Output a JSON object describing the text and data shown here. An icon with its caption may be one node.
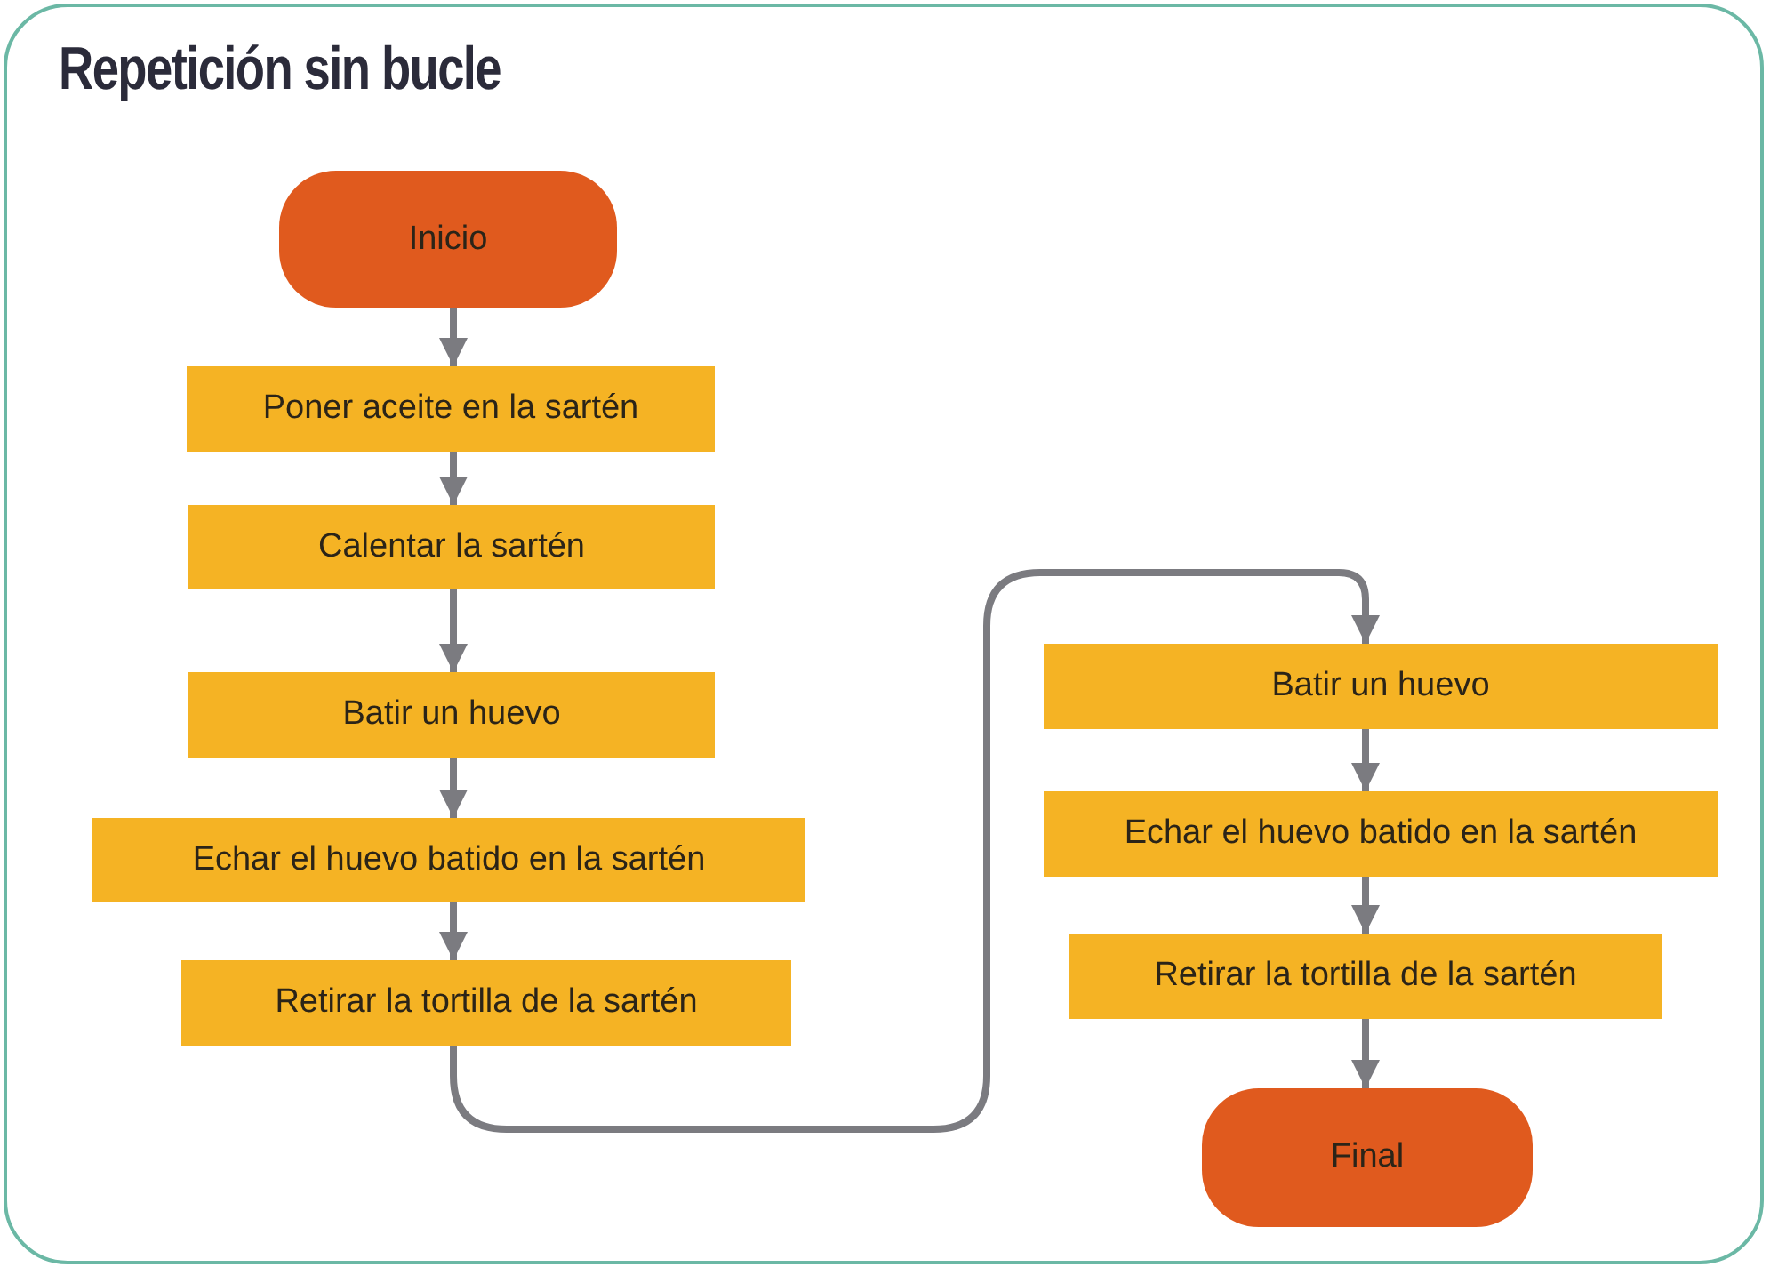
{
  "diagram": {
    "title": "Repetición sin bucle",
    "nodes": [
      {
        "text": [
          "Inicio"
        ]
      },
      {
        "text": [
          "Poner aceite en la sartén"
        ]
      },
      {
        "text": [
          "Calentar la sartén"
        ]
      },
      {
        "text": [
          "Batir un huevo"
        ]
      },
      {
        "text": [
          "Echar el huevo batido en la sartén"
        ]
      },
      {
        "text": [
          "Retirar la tortilla de la sartén"
        ]
      },
      {
        "text": [
          "Batir un huevo"
        ]
      },
      {
        "text": [
          "Echar el huevo batido en la sartén"
        ]
      },
      {
        "text": [
          "Retirar la tortilla de la sartén"
        ]
      },
      {
        "text": [
          "Final"
        ]
      }
    ],
    "edges": [
      {
        "from": 0,
        "to": 1,
        "arrow": "to"
      },
      {
        "from": 1,
        "to": 2,
        "arrow": "to"
      },
      {
        "from": 2,
        "to": 3,
        "arrow": "to"
      },
      {
        "from": 3,
        "to": 4,
        "arrow": "to"
      },
      {
        "from": 4,
        "to": 5,
        "arrow": "to"
      },
      {
        "from": 5,
        "to": 6,
        "arrow": "to"
      },
      {
        "from": 6,
        "to": 7,
        "arrow": "to"
      },
      {
        "from": 7,
        "to": 8,
        "arrow": "to"
      },
      {
        "from": 8,
        "to": 9,
        "arrow": "to"
      }
    ]
  }
}
